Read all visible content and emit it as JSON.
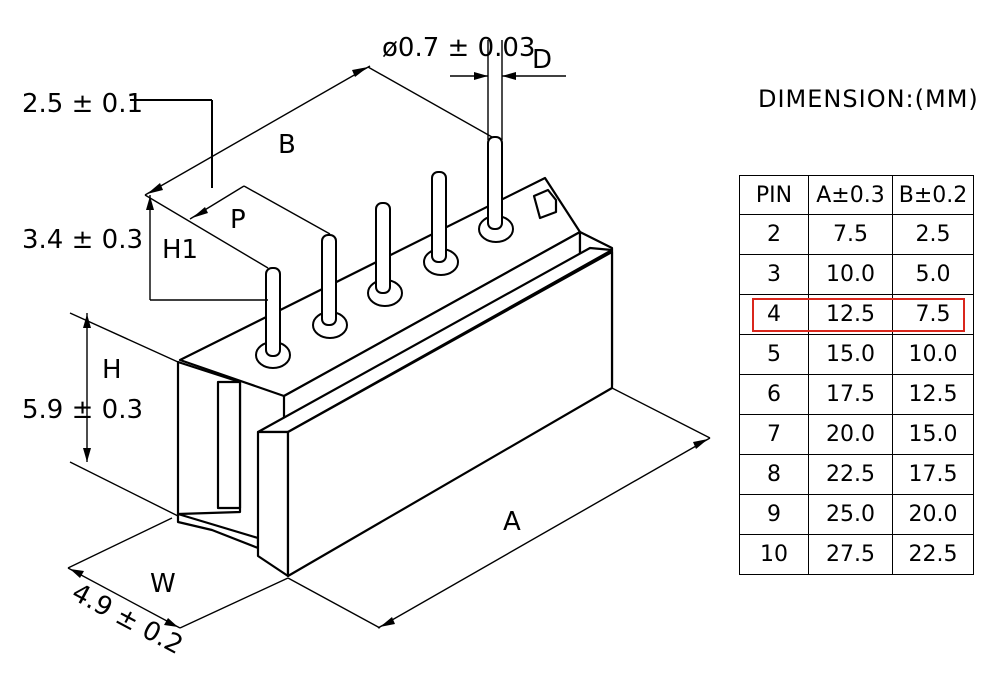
{
  "labels": {
    "pin_dia": "ø0.7 ± 0.03",
    "d": "D",
    "pitch_tol": "2.5 ± 0.1",
    "b": "B",
    "p": "P",
    "h1_tol": "3.4 ± 0.3",
    "h1": "H1",
    "h": "H",
    "h_tol": "5.9 ± 0.3",
    "w": "W",
    "w_tol": "4.9 ± 0.2",
    "a": "A"
  },
  "table": {
    "title": "DIMENSION:(MM)",
    "headers": [
      "PIN",
      "A±0.3",
      "B±0.2"
    ],
    "rows": [
      [
        "2",
        "7.5",
        "2.5"
      ],
      [
        "3",
        "10.0",
        "5.0"
      ],
      [
        "4",
        "12.5",
        "7.5"
      ],
      [
        "5",
        "15.0",
        "10.0"
      ],
      [
        "6",
        "17.5",
        "12.5"
      ],
      [
        "7",
        "20.0",
        "15.0"
      ],
      [
        "8",
        "22.5",
        "17.5"
      ],
      [
        "9",
        "25.0",
        "20.0"
      ],
      [
        "10",
        "27.5",
        "22.5"
      ]
    ],
    "highlight_row": 2,
    "highlight_color": "#d9261c"
  }
}
